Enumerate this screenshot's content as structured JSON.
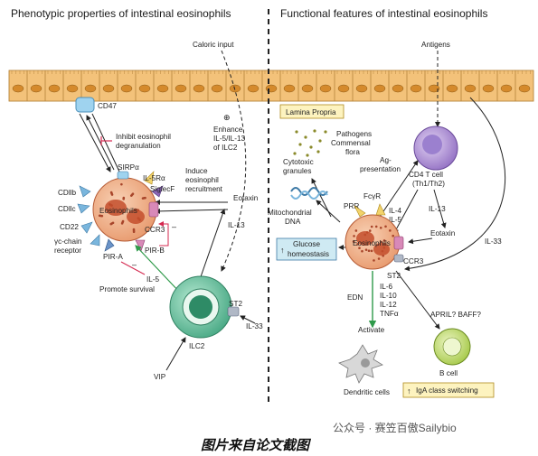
{
  "titles": {
    "left": "Phenotypic properties of intestinal eosinophils",
    "right": "Functional features of intestinal eosinophils"
  },
  "left_panel": {
    "caloric_input": "Caloric input",
    "cd47": "CD47",
    "inhibit": [
      "Inhibit eosinophil",
      "degranulation"
    ],
    "enhance": [
      "Enhance",
      "IL-5/IL-13",
      "of ILC2"
    ],
    "sirpa": "SIRPα",
    "il5ra": "IL-5Rα",
    "siglecf": "SiglecF",
    "induce": [
      "Induce",
      "eosinophil",
      "recruitment"
    ],
    "cd11b": "CDllb",
    "cd11c": "CDllc",
    "cd22": "CD22",
    "gamma_chain": [
      "γc-chain",
      "receptor"
    ],
    "eosinophils": "Eosinophils",
    "ccr3": "CCR3",
    "pir_a": "PIR-A",
    "pir_b": "PIR-B",
    "eotaxin": "Eotaxin",
    "il13": "IL-13",
    "il5": "IL-5",
    "promote_survival": "Promote survival",
    "st2": "ST2",
    "il33": "IL-33",
    "ilc2": "ILC2",
    "vip": "VIP",
    "minus": "–",
    "plus_circle": "⊕"
  },
  "right_panel": {
    "antigens": "Antigens",
    "lamina_propria": "Lamina Propria",
    "pathogens": [
      "Pathogens",
      "Commensal",
      "flora"
    ],
    "ag_presentation": [
      "Ag-",
      "presentation"
    ],
    "cd4": [
      "CD4 T cell",
      "(Th1/Th2)"
    ],
    "cytotoxic": [
      "Cytotoxic",
      "granules"
    ],
    "prr": "PRR",
    "fcgr": "FcγR",
    "il4": "IL-4",
    "il5": "IL-5",
    "il13": "IL-13",
    "eotaxin": "Eotaxin",
    "mito": [
      "Mitochondrial",
      "DNA"
    ],
    "glucose": [
      "Glucose",
      "homeostasis"
    ],
    "eosinophils": "Eosinophils",
    "ccr3": "CCR3",
    "st2": "ST2",
    "il33": "IL-33",
    "edn": "EDN",
    "cytokines": [
      "IL-6",
      "IL-10",
      "IL-12",
      "TNFα"
    ],
    "activate": "Activate",
    "april": "APRIL? BAFF?",
    "dendritic": "Dendritic cells",
    "bcell": "B cell",
    "iga": "IgA class switching",
    "up_arrow": "↑"
  },
  "caption": "图片来自论文截图",
  "watermark": "公众号 · 赛笠百傲Sailybio",
  "colors": {
    "epithelium": "#f3c27a",
    "nucleus": "#d58a2c",
    "eosinophil": "#f2b48c",
    "granule": "#a8452a",
    "ilc2": "#6fc7a4",
    "tcell": "#b79ad8",
    "bcell": "#c7de6f",
    "label_box": "#fdf3bf",
    "glucose_box": "#cfeaf3",
    "receptor_blue": "#7ab6dd",
    "green_arrow": "#2f9a4a",
    "red_inhibit": "#d4284f"
  }
}
